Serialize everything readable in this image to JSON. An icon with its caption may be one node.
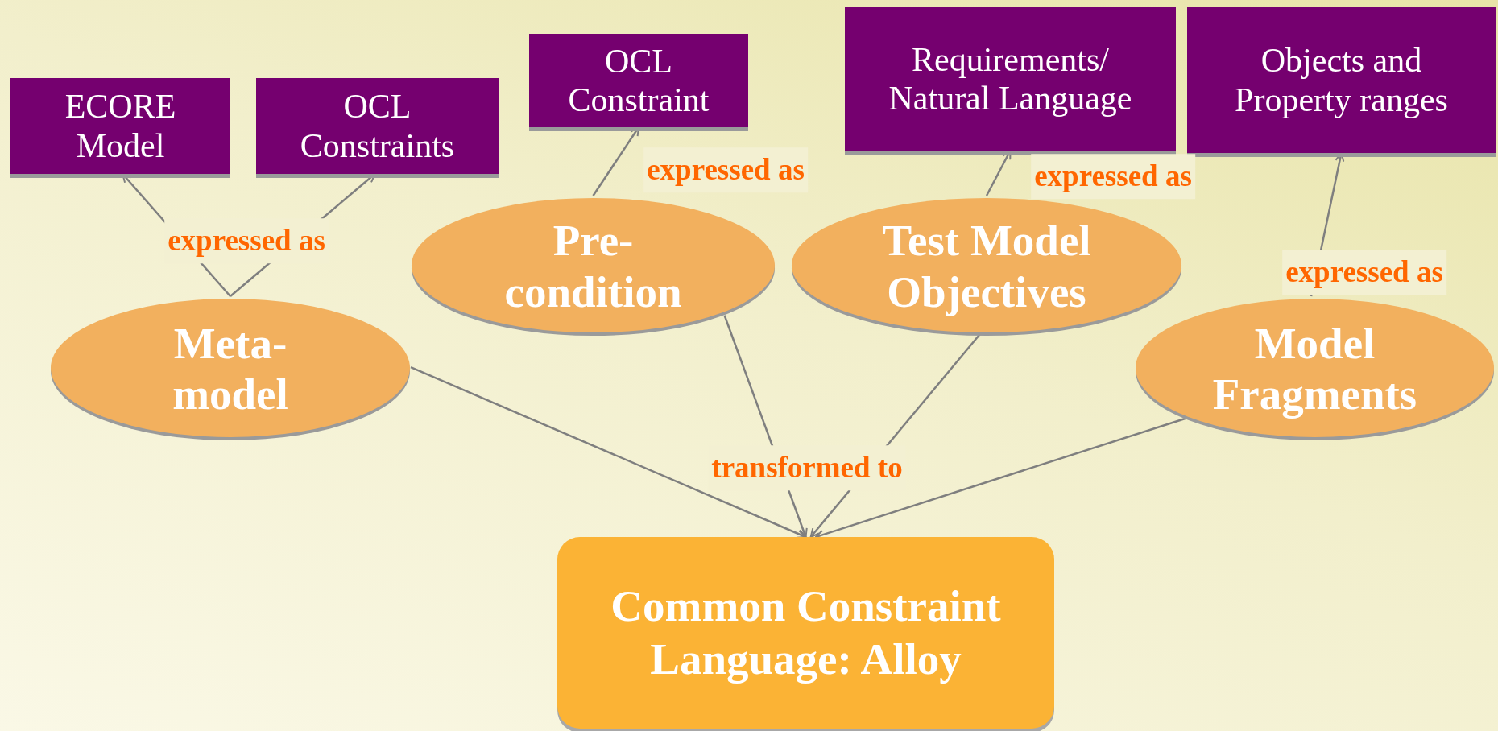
{
  "diagram": {
    "nodes": [
      {
        "text": [
          "ECORE Model"
        ]
      },
      {
        "text": [
          "OCL Constraints"
        ]
      },
      {
        "text": [
          "OCL Constraint"
        ]
      },
      {
        "text": [
          "Requirements/ Natural Language"
        ]
      },
      {
        "text": [
          "Objects and Property ranges"
        ]
      },
      {
        "text": [
          "Meta- model"
        ]
      },
      {
        "text": [
          "Pre- condition"
        ]
      },
      {
        "text": [
          "Test Model Objectives"
        ]
      },
      {
        "text": [
          "Model Fragments"
        ]
      },
      {
        "text": [
          "Common Constraint Language: Alloy"
        ]
      }
    ],
    "edges": [
      {
        "from": 5,
        "to": 0,
        "arrow": "to",
        "label": "expressed as"
      },
      {
        "from": 5,
        "to": 1,
        "arrow": "to"
      },
      {
        "from": 6,
        "to": 2,
        "arrow": "to",
        "label": "expressed as"
      },
      {
        "from": 7,
        "to": 3,
        "arrow": "to",
        "label": "expressed as"
      },
      {
        "from": 8,
        "to": 4,
        "arrow": "to",
        "label": "expressed as"
      },
      {
        "from": 5,
        "to": 9,
        "arrow": "to"
      },
      {
        "from": 6,
        "to": 9,
        "arrow": "to",
        "label": "transformed to"
      },
      {
        "from": 7,
        "to": 9,
        "arrow": "to"
      },
      {
        "from": 8,
        "to": 9,
        "arrow": "to"
      }
    ]
  }
}
